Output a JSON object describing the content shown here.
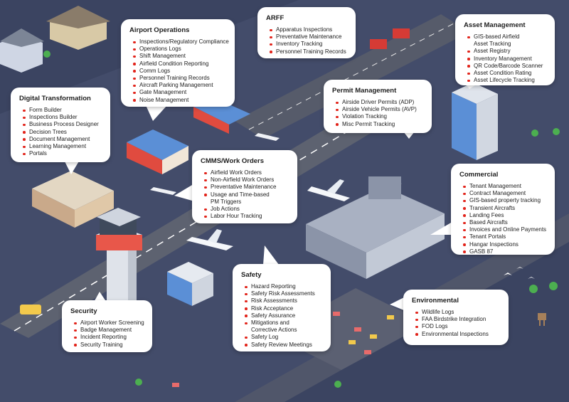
{
  "panels": {
    "airport_operations": {
      "title": "Airport Operations",
      "items": [
        "Inspections/Regulatory Compliance",
        "Operations Logs",
        "Shift Management",
        "Airfield Condition Reporting",
        "Comm Logs",
        "Personnel Training Records",
        "Aircraft Parking Management",
        "Gate Management",
        "Noise Management"
      ]
    },
    "arff": {
      "title": "ARFF",
      "items": [
        "Apparatus Inspections",
        "Preventative Maintenance",
        "Inventory Tracking",
        "Personnel Training Records"
      ]
    },
    "asset_management": {
      "title": "Asset Management",
      "items": [
        "GIS-based Airfield\nAsset Tracking",
        "Asset Registry",
        "Inventory Management",
        "QR Code/Barcode Scanner",
        "Asset Condition Rating",
        "Asset Lifecycle Tracking"
      ]
    },
    "digital_transformation": {
      "title": "Digital Transformation",
      "items": [
        "Form Builder",
        "Inspections Builder",
        "Business Process Designer",
        "Decision Trees",
        "Document Management",
        "Learning Management",
        "Portals"
      ]
    },
    "permit_management": {
      "title": "Permit Management",
      "items": [
        "Airside Driver Permits (ADP)",
        "Airside Vehicle Permits (AVP)",
        "Violation Tracking",
        "Misc Permit Tracking"
      ]
    },
    "cmms": {
      "title": "CMMS/Work Orders",
      "items": [
        "Airfield Work Orders",
        "Non-Airfield Work Orders",
        "Preventative Maintenance",
        "Usage and Time-based\nPM Triggers",
        "Job Actions",
        "Labor Hour Tracking"
      ]
    },
    "commercial": {
      "title": "Commercial",
      "items": [
        "Tenant Management",
        "Contract Management",
        "GIS-based property tracking",
        "Transient Aircrafts",
        "Landing Fees",
        "Based Aircrafts",
        "Invoices and Online Payments",
        "Tenant Portals",
        "Hangar Inspections",
        "GASB 87"
      ]
    },
    "safety": {
      "title": "Safety",
      "items": [
        "Hazard Reporting",
        "Safety Risk Assessments",
        "Risk Assessments",
        "Risk Acceptance",
        "Safety Assurance",
        "Mitigations and\nCorrective Actions",
        "Safety Log",
        "Safety Review Meetings"
      ]
    },
    "security": {
      "title": "Security",
      "items": [
        "Airport Worker Screening",
        "Badge Management",
        "Incident Reporting",
        "Security Training"
      ]
    },
    "environmental": {
      "title": "Environmental",
      "items": [
        "Wildlife Logs",
        "FAA Birdstrike Integration",
        "FOD Logs",
        "Environmental Inspections"
      ]
    }
  },
  "colors": {
    "background": "#3b4461",
    "ground": "#434c6a",
    "runway": "#5d6270",
    "bullet": "#e2231a",
    "tower_band": "#e8574a",
    "building_blue": "#5b8fd6"
  }
}
